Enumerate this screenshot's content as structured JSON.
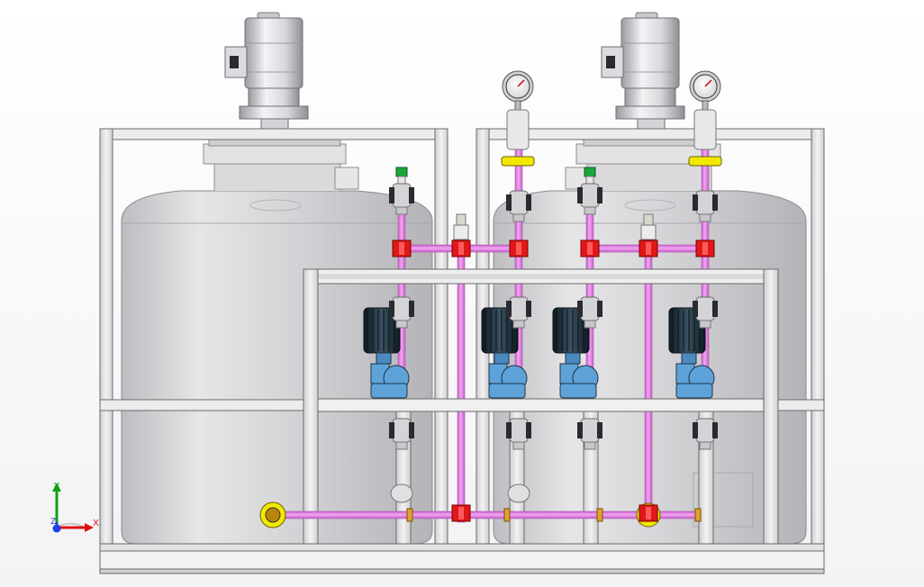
{
  "viewport": {
    "background_top": "#ffffff",
    "background_bottom": "#f3f3f6"
  },
  "colors": {
    "frame_fill": "#e9e9ea",
    "frame_stroke": "#6a6a6a",
    "tank_light": "#eaeaec",
    "tank_mid": "#d6d6d9",
    "tank_dark": "#b9b9bd",
    "pipe": "#ec84ec",
    "pipe_edge": "#b257b2",
    "tee": "#e01818",
    "tee_edge": "#7a0000",
    "gauge_ring": "#cfcfcf",
    "valve_body": "#d4d4d6",
    "handwheel": "#2a2a30",
    "pump_motor": "#22303a",
    "pump_head": "#5da3d9",
    "flange_yellow": "#f2e800",
    "green_cap": "#19a63a",
    "axis_x": "#e01010",
    "axis_y": "#10a010",
    "axis_z": "#2040e0"
  },
  "icons": {
    "mixer_motor": "agitator-motor-icon",
    "pressure_gauge": "pressure-gauge-icon",
    "ball_valve": "ball-valve-icon",
    "metering_pump": "metering-pump-icon",
    "tee_fitting": "pipe-tee-icon",
    "triad": "coordinate-axes-icon"
  },
  "triad": {
    "x_label": "X",
    "y_label": "Y",
    "z_label": "Z"
  }
}
